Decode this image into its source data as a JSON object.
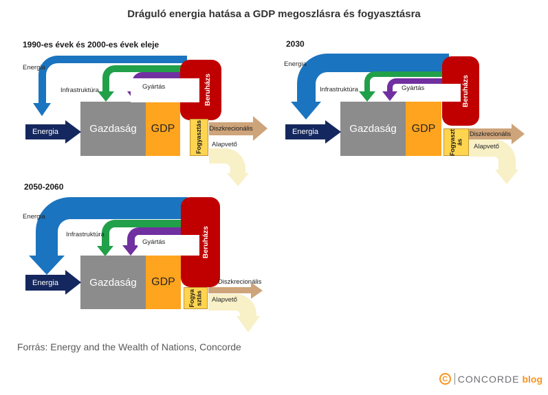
{
  "page_title": "Dráguló energia hatása a GDP megoszlásra és fogyasztásra",
  "source": "Forrás: Energy and the Wealth of Nations, Concorde",
  "logo": {
    "icon": "C",
    "name": "CONCORDE",
    "suffix": "blog"
  },
  "colors": {
    "energy_blue": "#1B74BF",
    "infrastructure_green": "#21A04A",
    "manufacturing_purple": "#7030A0",
    "investment_red": "#C00000",
    "energy_input_navy": "#14275E",
    "economy_gray": "#8C8C8C",
    "gdp_orange": "#FFA41E",
    "consumption_yellow": "#FFD44F",
    "discretionary_tan": "#CEA47A",
    "basic_pale_yellow": "#F8F0C6",
    "logo_orange": "#F7941E"
  },
  "diagrams": [
    {
      "id": "1990s",
      "title": "1990-es évek és 2000-es évek eleje",
      "labels": {
        "energia_top": "Energia",
        "energia_input": "Energia",
        "infrastruktura": "Infrastruktúra",
        "gyartas": "Gyártás",
        "gazdasag": "Gazdaság",
        "gdp": "GDP",
        "beruhazas": "Beruházs",
        "fogyasztas": "Fogyasztás",
        "diszkrecionalis": "Diszkrecionális",
        "alapveto": "Alapvető"
      }
    },
    {
      "id": "2030",
      "title": "2030",
      "labels": {
        "energia_top": "Energia",
        "energia_input": "Energia",
        "infrastruktura": "Infrastruktúra",
        "gyartas": "Gyártás",
        "gazdasag": "Gazdaság",
        "gdp": "GDP",
        "beruhazas": "Beruházs",
        "fogyasztas": "Fogyaszt\nás",
        "diszkrecionalis": "Diszkrecionális",
        "alapveto": "Alapvető"
      }
    },
    {
      "id": "2050-2060",
      "title": "2050-2060",
      "labels": {
        "energia_top": "Energia",
        "energia_input": "Energia",
        "infrastruktura": "Infrastruktúra",
        "gyartas": "Gyártás",
        "gazdasag": "Gazdaság",
        "gdp": "GDP",
        "beruhazas": "Beruházs",
        "fogyasztas": "Fogya\nsztás",
        "diszkrecionalis": "Diszkrecionális",
        "alapveto": "Alapvető"
      }
    }
  ]
}
